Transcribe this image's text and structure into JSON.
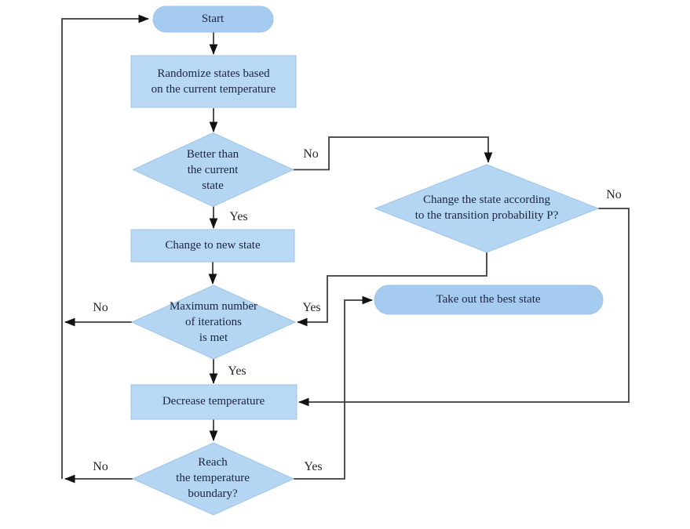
{
  "diagram": {
    "nodes": {
      "start": {
        "shape": "terminator",
        "label": "Start"
      },
      "randomize": {
        "shape": "process",
        "label": "Randomize states based\non the current temperature"
      },
      "better": {
        "shape": "decision",
        "label": "Better than\nthe current\nstate"
      },
      "change_new": {
        "shape": "process",
        "label": "Change to new state"
      },
      "transition": {
        "shape": "decision",
        "label": "Change the state according\nto the transition probability P?"
      },
      "take_out": {
        "shape": "terminator",
        "label": "Take out the best state"
      },
      "max_iter": {
        "shape": "decision",
        "label": "Maximum number\nof iterations\nis met"
      },
      "decrease": {
        "shape": "process",
        "label": "Decrease temperature"
      },
      "boundary": {
        "shape": "decision",
        "label": "Reach\nthe temperature\nboundary?"
      }
    },
    "edge_labels": {
      "better_no": "No",
      "better_yes": "Yes",
      "transition_no": "No",
      "transition_yes": "Yes",
      "max_iter_no": "No",
      "max_iter_yes": "Yes",
      "boundary_no": "No",
      "boundary_yes": "Yes"
    },
    "colors": {
      "terminator_fill": "#a6cbf0",
      "process_fill": "#b9d8f4",
      "decision_fill": "#b4d6f2",
      "shape_stroke": "#9dc4ea",
      "line": "#3c3c3c",
      "arrow": "#121212",
      "text": "#1b2540",
      "label_text": "#262626"
    }
  }
}
